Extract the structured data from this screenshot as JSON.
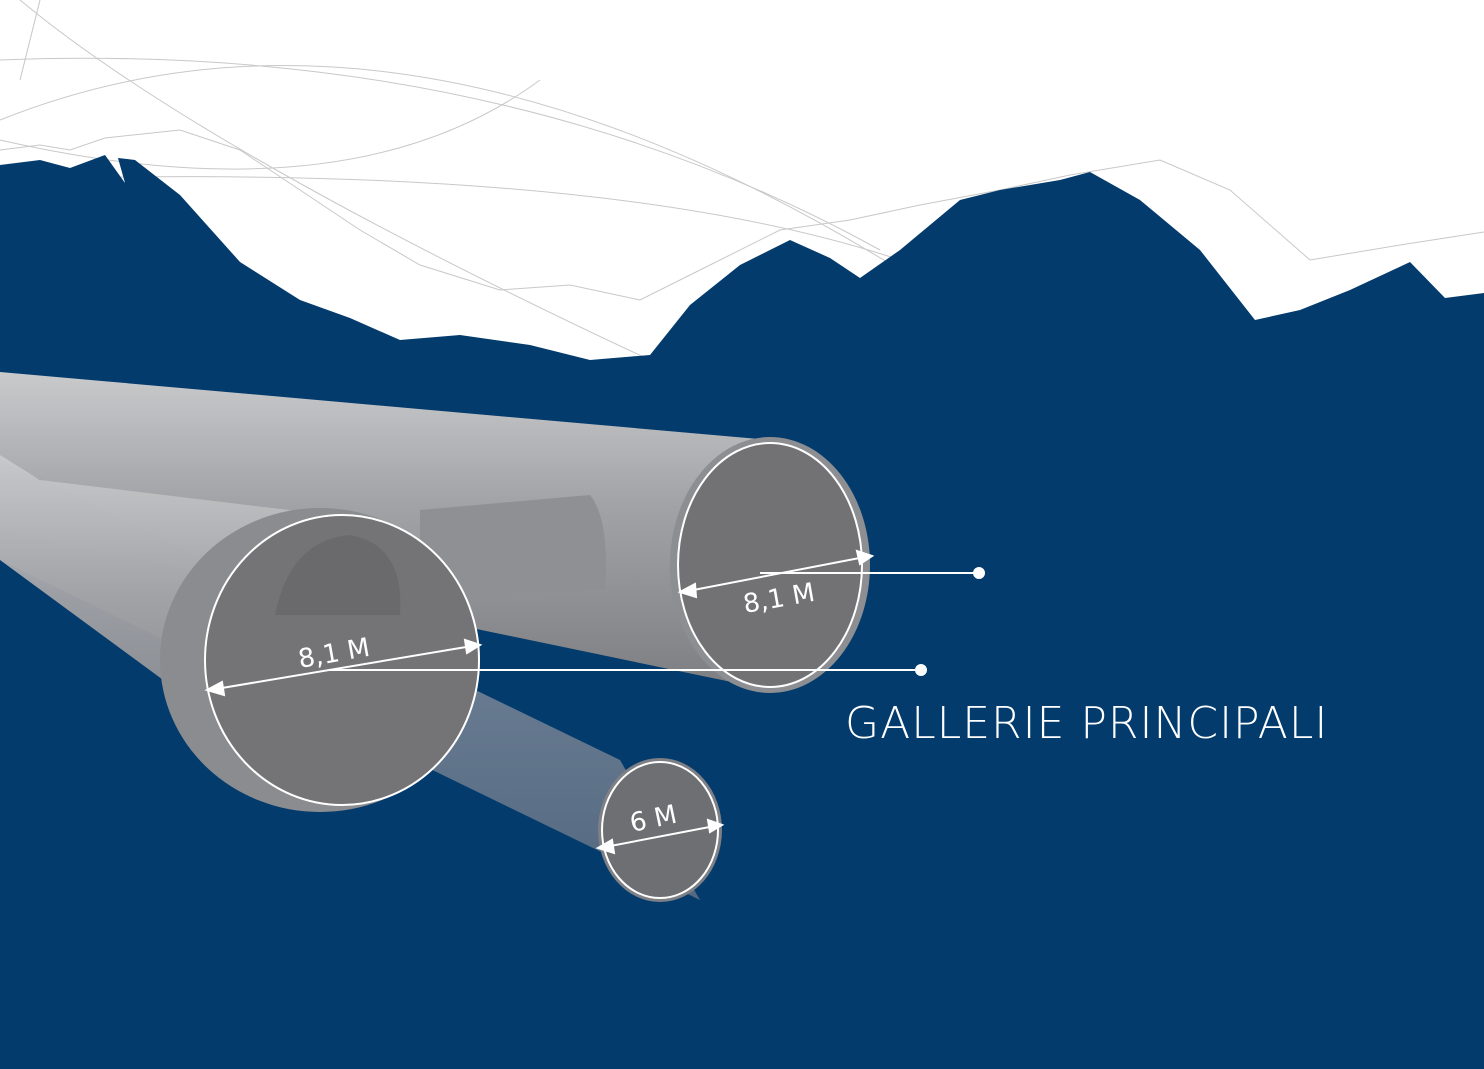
{
  "colors": {
    "background_navy": "#033b6d",
    "sky": "#ffffff",
    "tunnel_gray": "#8a8b8e",
    "tunnel_face": "#727274",
    "line_white": "#ffffff"
  },
  "labels": {
    "title": "GALLERIE PRINCIPALI",
    "tube_back_diameter": "8,1 M",
    "tube_front_diameter": "8,1 M",
    "tube_small_diameter": "6 M"
  }
}
